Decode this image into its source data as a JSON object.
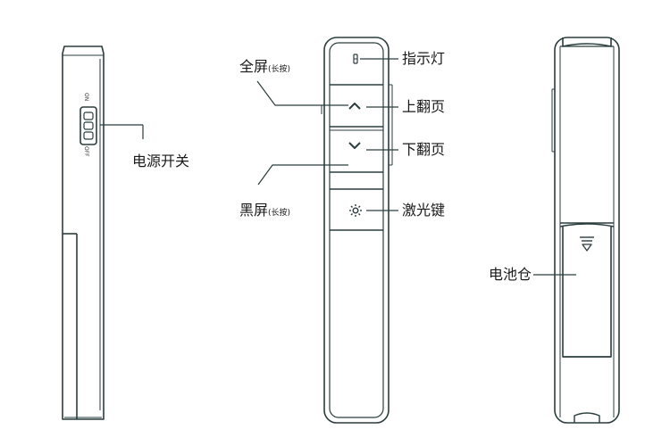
{
  "labels": {
    "power_switch": "电源开关",
    "switch_on": "ON",
    "switch_off": "OFF",
    "fullscreen": "全屏",
    "fullscreen_note": "(长按)",
    "indicator_light": "指示灯",
    "page_up": "上翻页",
    "page_down": "下翻页",
    "blackscreen": "黑屏",
    "blackscreen_note": "(长按)",
    "laser_key": "激光键",
    "battery_compartment": "电池仓"
  },
  "icons": {
    "page_up": "chevron-up-icon",
    "page_down": "chevron-down-icon",
    "laser": "sun-icon",
    "indicator": "led-icon",
    "battery_vent": "vent-icon"
  }
}
